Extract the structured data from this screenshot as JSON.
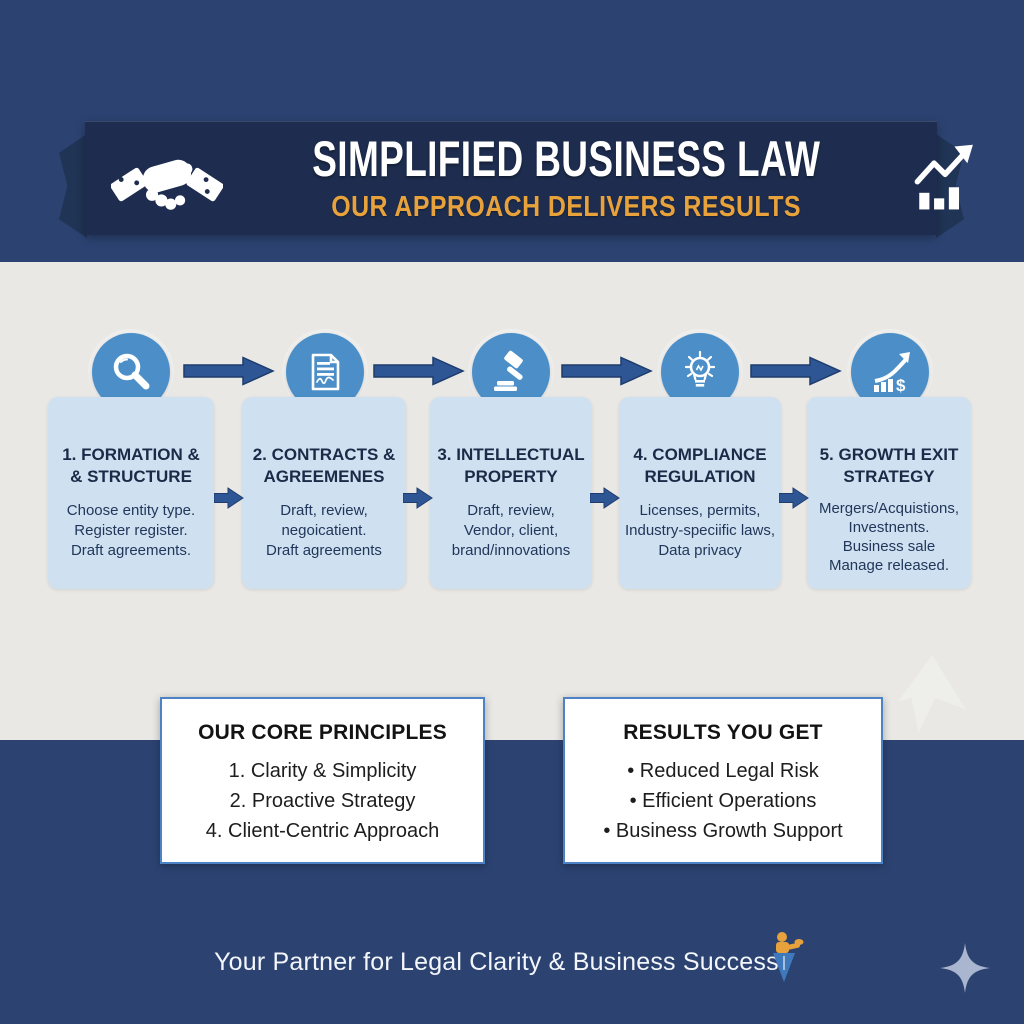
{
  "banner": {
    "title": "SIMPLIFIED BUSINESS LAW",
    "subtitle": "OUR APPROACH DELIVERS RESULTS"
  },
  "process": {
    "steps": [
      {
        "icon": "magnifier-icon",
        "title_line1": "1. FORMATION &",
        "title_line2": "& STRUCTURE",
        "body": [
          "Choose entity type.",
          "Register register.",
          "Draft agreements."
        ]
      },
      {
        "icon": "document-icon",
        "title_line1": "2. CONTRACTS &",
        "title_line2": "AGREEMENES",
        "body": [
          "Draft, review,",
          "negoicatient.",
          "Draft agreements"
        ]
      },
      {
        "icon": "gavel-icon",
        "title_line1": "3. INTELLECTUAL",
        "title_line2": "PROPERTY",
        "body": [
          "Draft, review,",
          "Vendor, client,",
          "brand/innovations"
        ]
      },
      {
        "icon": "lightbulb-icon",
        "title_line1": "4. COMPLIANCE",
        "title_line2": "REGULATION",
        "body": [
          "Licenses, permits,",
          "Industry-speciific laws,",
          "Data privacy"
        ]
      },
      {
        "icon": "growth-chart-icon",
        "title_line1": "5. GROWTH EXIT",
        "title_line2": "STRATEGY",
        "body": [
          "Mergers/Acquistions,",
          "Investnents.",
          "Business sale",
          "Manage released."
        ]
      }
    ]
  },
  "principles": {
    "title": "OUR CORE PRINCIPLES",
    "items": [
      "1. Clarity & Simplicity",
      "2. Proactive Strategy",
      "4. Client-Centric Approach"
    ]
  },
  "results": {
    "title": "RESULTS YOU GET",
    "items": [
      "• Reduced Legal Risk",
      "• Efficient Operations",
      "• Business Growth Support"
    ]
  },
  "footer": {
    "text": "Your Partner for Legal Clarity & Business Success."
  },
  "colors": {
    "page_blue": "#2C4372",
    "banner_navy": "#1E2D4F",
    "accent_orange": "#E8A23C",
    "band_gray": "#E9E8E5",
    "circle_blue": "#4C8FC8",
    "card_blue": "#CFE1F1",
    "arrow_blue": "#2E5695",
    "panel_border_blue": "#4D82C4"
  }
}
